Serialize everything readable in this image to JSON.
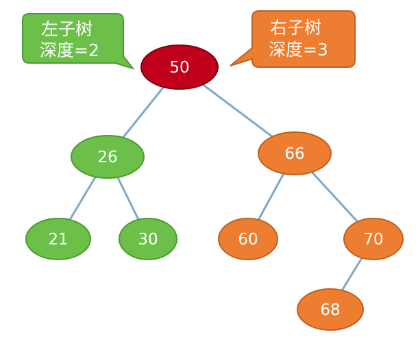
{
  "colors": {
    "root": "#c0001a",
    "root_stroke": "#7a0010",
    "left_subtree": "#6cc04a",
    "left_subtree_stroke": "#4d9a30",
    "right_subtree": "#ed7d31",
    "right_subtree_stroke": "#c0601f",
    "edge": "#7fa7c9",
    "text": "#ffffff"
  },
  "callouts": {
    "left": {
      "line1": "左子树",
      "line2": "深度=2"
    },
    "right": {
      "line1": "右子树",
      "line2": "深度=3"
    }
  },
  "tree": {
    "nodes": [
      {
        "id": "n50",
        "label": "50",
        "group": "root"
      },
      {
        "id": "n26",
        "label": "26",
        "group": "left"
      },
      {
        "id": "n66",
        "label": "66",
        "group": "right"
      },
      {
        "id": "n21",
        "label": "21",
        "group": "left"
      },
      {
        "id": "n30",
        "label": "30",
        "group": "left"
      },
      {
        "id": "n60",
        "label": "60",
        "group": "right"
      },
      {
        "id": "n70",
        "label": "70",
        "group": "right"
      },
      {
        "id": "n68",
        "label": "68",
        "group": "right"
      }
    ],
    "edges": [
      [
        "n50",
        "n26"
      ],
      [
        "n50",
        "n66"
      ],
      [
        "n26",
        "n21"
      ],
      [
        "n26",
        "n30"
      ],
      [
        "n66",
        "n60"
      ],
      [
        "n66",
        "n70"
      ],
      [
        "n70",
        "n68"
      ]
    ]
  }
}
